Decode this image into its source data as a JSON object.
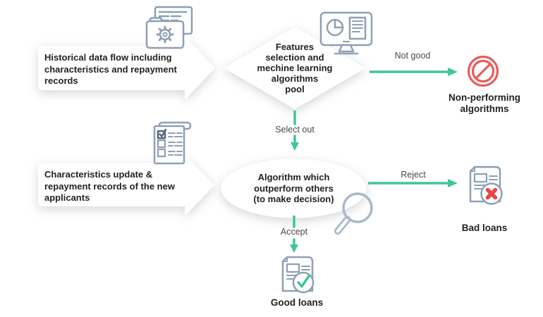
{
  "diagram": {
    "nodes": {
      "historical_box": {
        "lines": [
          "Historical data flow including",
          "characteristics and repayment",
          "records"
        ],
        "icon": "folder-gear-icon"
      },
      "features_diamond": {
        "lines": [
          "Features",
          "selection and",
          "mechine learning",
          "algorithms",
          "pool"
        ],
        "icon": "monitor-chart-icon"
      },
      "applicants_box": {
        "lines": [
          "Characteristics update &",
          "repayment records of the new",
          "applicants"
        ],
        "icon": "checklist-icon"
      },
      "algorithm_ellipse": {
        "lines": [
          "Algorithm which",
          "outperform others",
          "(to make decision)"
        ],
        "icon": "magnifier-icon"
      },
      "non_performing": {
        "lines": [
          "Non-performing",
          "algorithms"
        ],
        "icon": "no-entry-icon"
      },
      "bad_loans": {
        "label": "Bad loans",
        "icon": "document-x-icon"
      },
      "good_loans": {
        "label": "Good loans",
        "icon": "document-check-icon"
      }
    },
    "connectors": {
      "not_good": {
        "label": "Not good"
      },
      "select_out": {
        "label": "Select out"
      },
      "reject": {
        "label": "Reject"
      },
      "accept": {
        "label": "Accept"
      }
    },
    "colors": {
      "arrow_green": "#41c694",
      "check_green": "#3ec493",
      "alert_red": "#e95c5c",
      "cross_red": "#e54747",
      "icon_gray_blue": "#8ea0b5",
      "magnifier_gray": "#aab8c8",
      "text_dark": "#222222",
      "label_gray": "#4a4a4a"
    }
  }
}
